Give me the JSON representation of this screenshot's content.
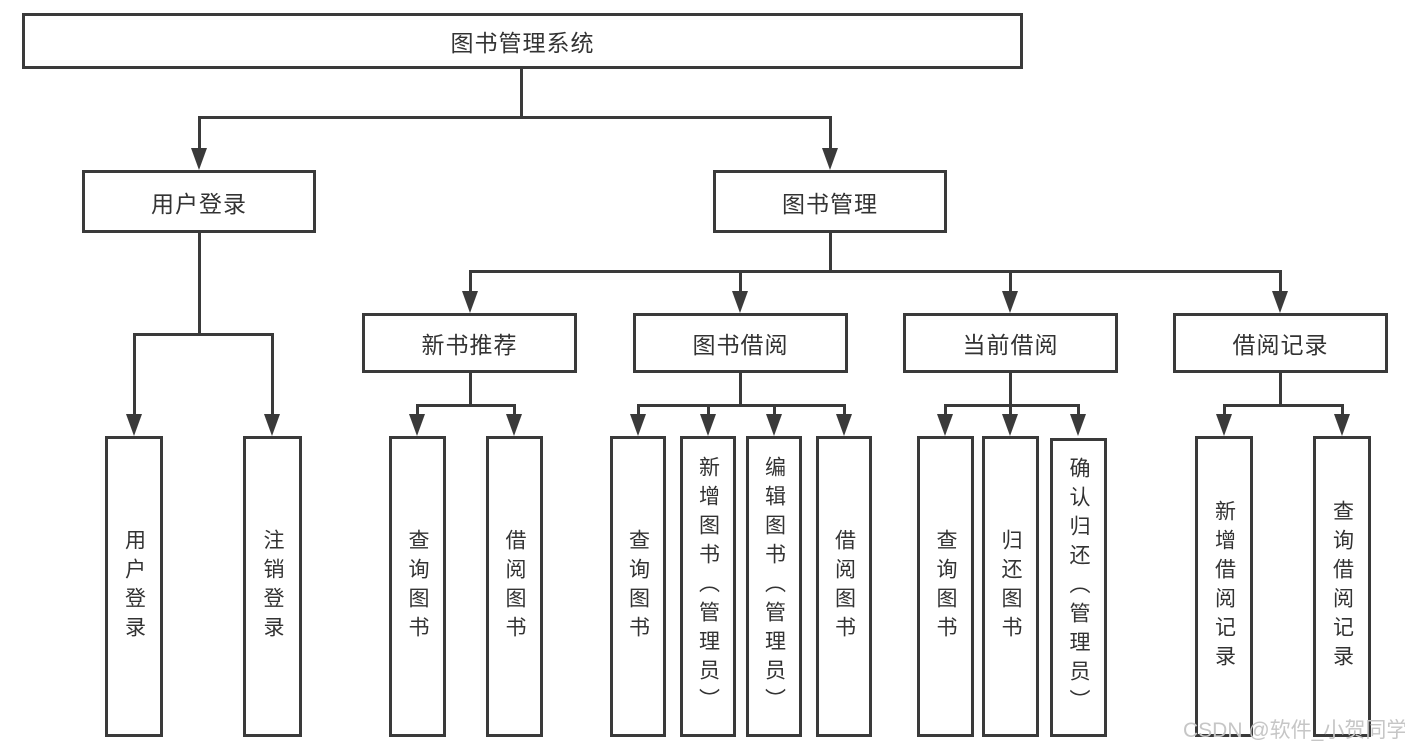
{
  "tree": {
    "root": {
      "label": "图书管理系统",
      "children": [
        {
          "label": "用户登录",
          "children": [
            {
              "label": "用户登录"
            },
            {
              "label": "注销登录"
            }
          ]
        },
        {
          "label": "图书管理",
          "children": [
            {
              "label": "新书推荐",
              "children": [
                {
                  "label": "查询图书"
                },
                {
                  "label": "借阅图书"
                }
              ]
            },
            {
              "label": "图书借阅",
              "children": [
                {
                  "label": "查询图书"
                },
                {
                  "label": "新增图书（管理员）"
                },
                {
                  "label": "编辑图书（管理员）"
                },
                {
                  "label": "借阅图书"
                }
              ]
            },
            {
              "label": "当前借阅",
              "children": [
                {
                  "label": "查询图书"
                },
                {
                  "label": "归还图书"
                },
                {
                  "label": "确认归还（管理员）"
                }
              ]
            },
            {
              "label": "借阅记录",
              "children": [
                {
                  "label": "新增借阅记录"
                },
                {
                  "label": "查询借阅记录"
                }
              ]
            }
          ]
        }
      ]
    }
  },
  "watermark": {
    "text": "CSDN @软件_小贺同学"
  },
  "colors": {
    "line": "#3a3a3a",
    "text": "#333333",
    "watermark": "#c6c6c6",
    "background": "#ffffff"
  }
}
